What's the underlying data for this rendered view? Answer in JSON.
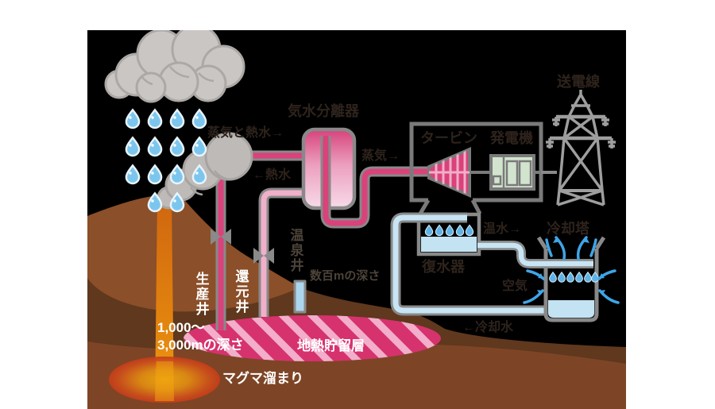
{
  "labels": {
    "separator": "気水分離器",
    "steam_and_hot_water": "蒸気と熱水→",
    "hot_water": "←熱水",
    "steam": "蒸気→",
    "turbine": "タービン",
    "generator": "発電機",
    "power_line": "送電線",
    "warm_water": "温水→",
    "cooling_tower": "冷却塔",
    "air": "空気",
    "cooling_water": "←冷却水",
    "condenser": "復水器",
    "hot_spring_well": "温泉井",
    "depth_shallow": "数百mの深さ",
    "depth_deep_line1": "1,000〜",
    "depth_deep_line2": "3,000mの深さ",
    "production_well": "生産井",
    "reinjection_well": "還元井",
    "reservoir": "地熱貯留層",
    "magma_chamber": "マグマ溜まり"
  },
  "colors": {
    "background": "#000000",
    "mountain": "#8b4f29",
    "ground_dark": "#5f381e",
    "ground_deep": "#7d4526",
    "magma_center": "#efa90f",
    "magma_edge": "#c23318",
    "pipe_steam_pink": "#d9427a",
    "pipe_hot_water_pink": "#f0b0ca",
    "pipe_water_blue": "#c7e5f4",
    "pipe_outline_gray": "#898989",
    "separator_top": "#d5437b",
    "separator_bottom": "#f7dbe8",
    "generator_green": "#d3e4ce",
    "cloud_gray": "#c9c6c4",
    "drop_blue": "#7cc6ee",
    "arrow_blue": "#3fa5e6",
    "reservoir_pink": "#d6326e",
    "reservoir_stripe": "#f2aecb"
  }
}
